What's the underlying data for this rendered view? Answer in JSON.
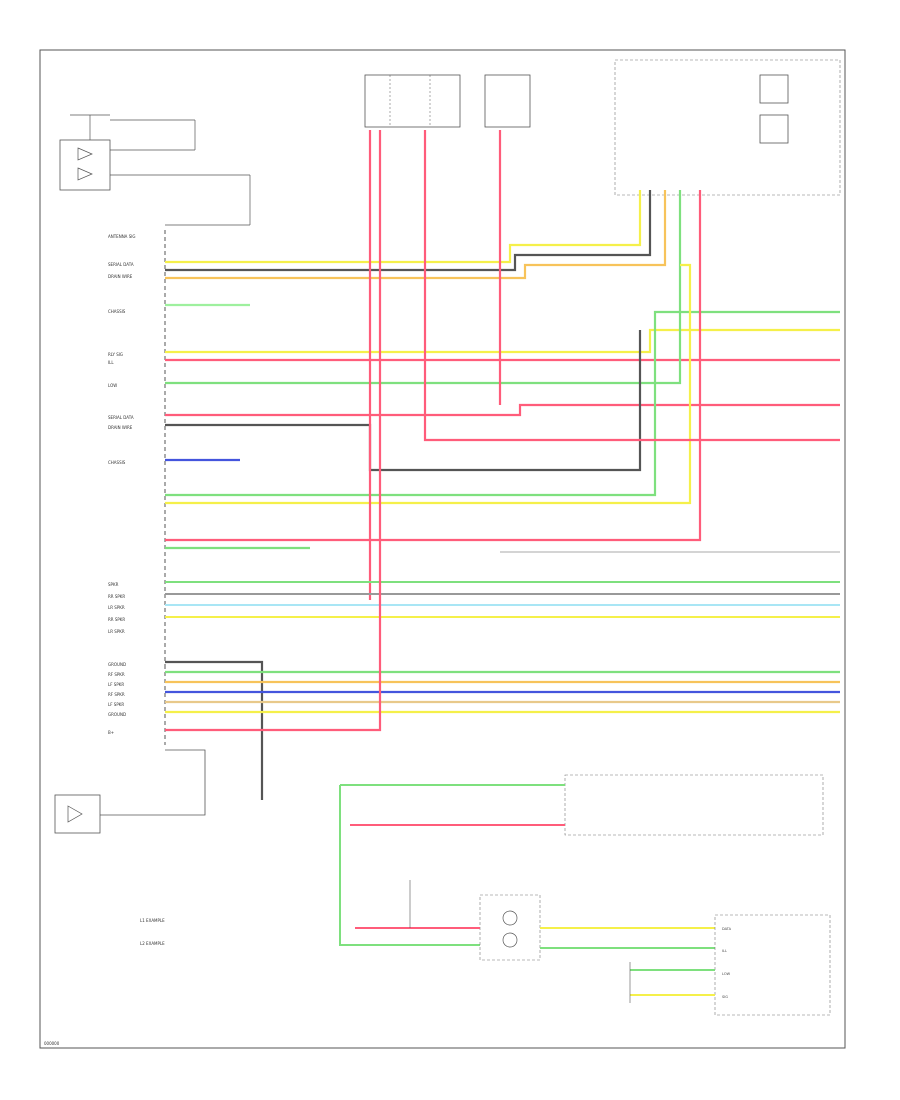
{
  "colors": {
    "frame": "#555555",
    "black": "#333333",
    "red": "#ff5c7a",
    "pink": "#ff9db0",
    "yellow": "#f5f04a",
    "green": "#7ee07e",
    "lightgreen": "#9ef09e",
    "blue": "#4455dd",
    "lightblue": "#a9e6f5",
    "tan": "#e8c98a",
    "orange": "#f7c35a",
    "gray": "#999999"
  },
  "legend": {
    "items": [
      {
        "label": "L1 EXAMPLE"
      },
      {
        "label": "L2 EXAMPLE"
      }
    ]
  },
  "footer": {
    "code": "000000"
  },
  "radio_left": {
    "pins_top": [
      "ANTENNA SIG",
      "SERIAL DATA",
      "DRAIN WIRE",
      "CHASSIS",
      "RLY SIG",
      "ILL",
      "LOW",
      "SERIAL DATA",
      "DRAIN WIRE",
      "CHASSIS"
    ],
    "pins_bottom": [
      "SPKR",
      "RR SPKR",
      "LR SPKR",
      "RR SPKR",
      "LR SPKR",
      "GROUND",
      "RF SPKR",
      "LF SPKR",
      "RF SPKR",
      "LF SPKR",
      "GROUND",
      "B+"
    ]
  },
  "bottom_right_module": {
    "pins": [
      "DATA",
      "ILL",
      "LOW",
      "SIG"
    ]
  }
}
